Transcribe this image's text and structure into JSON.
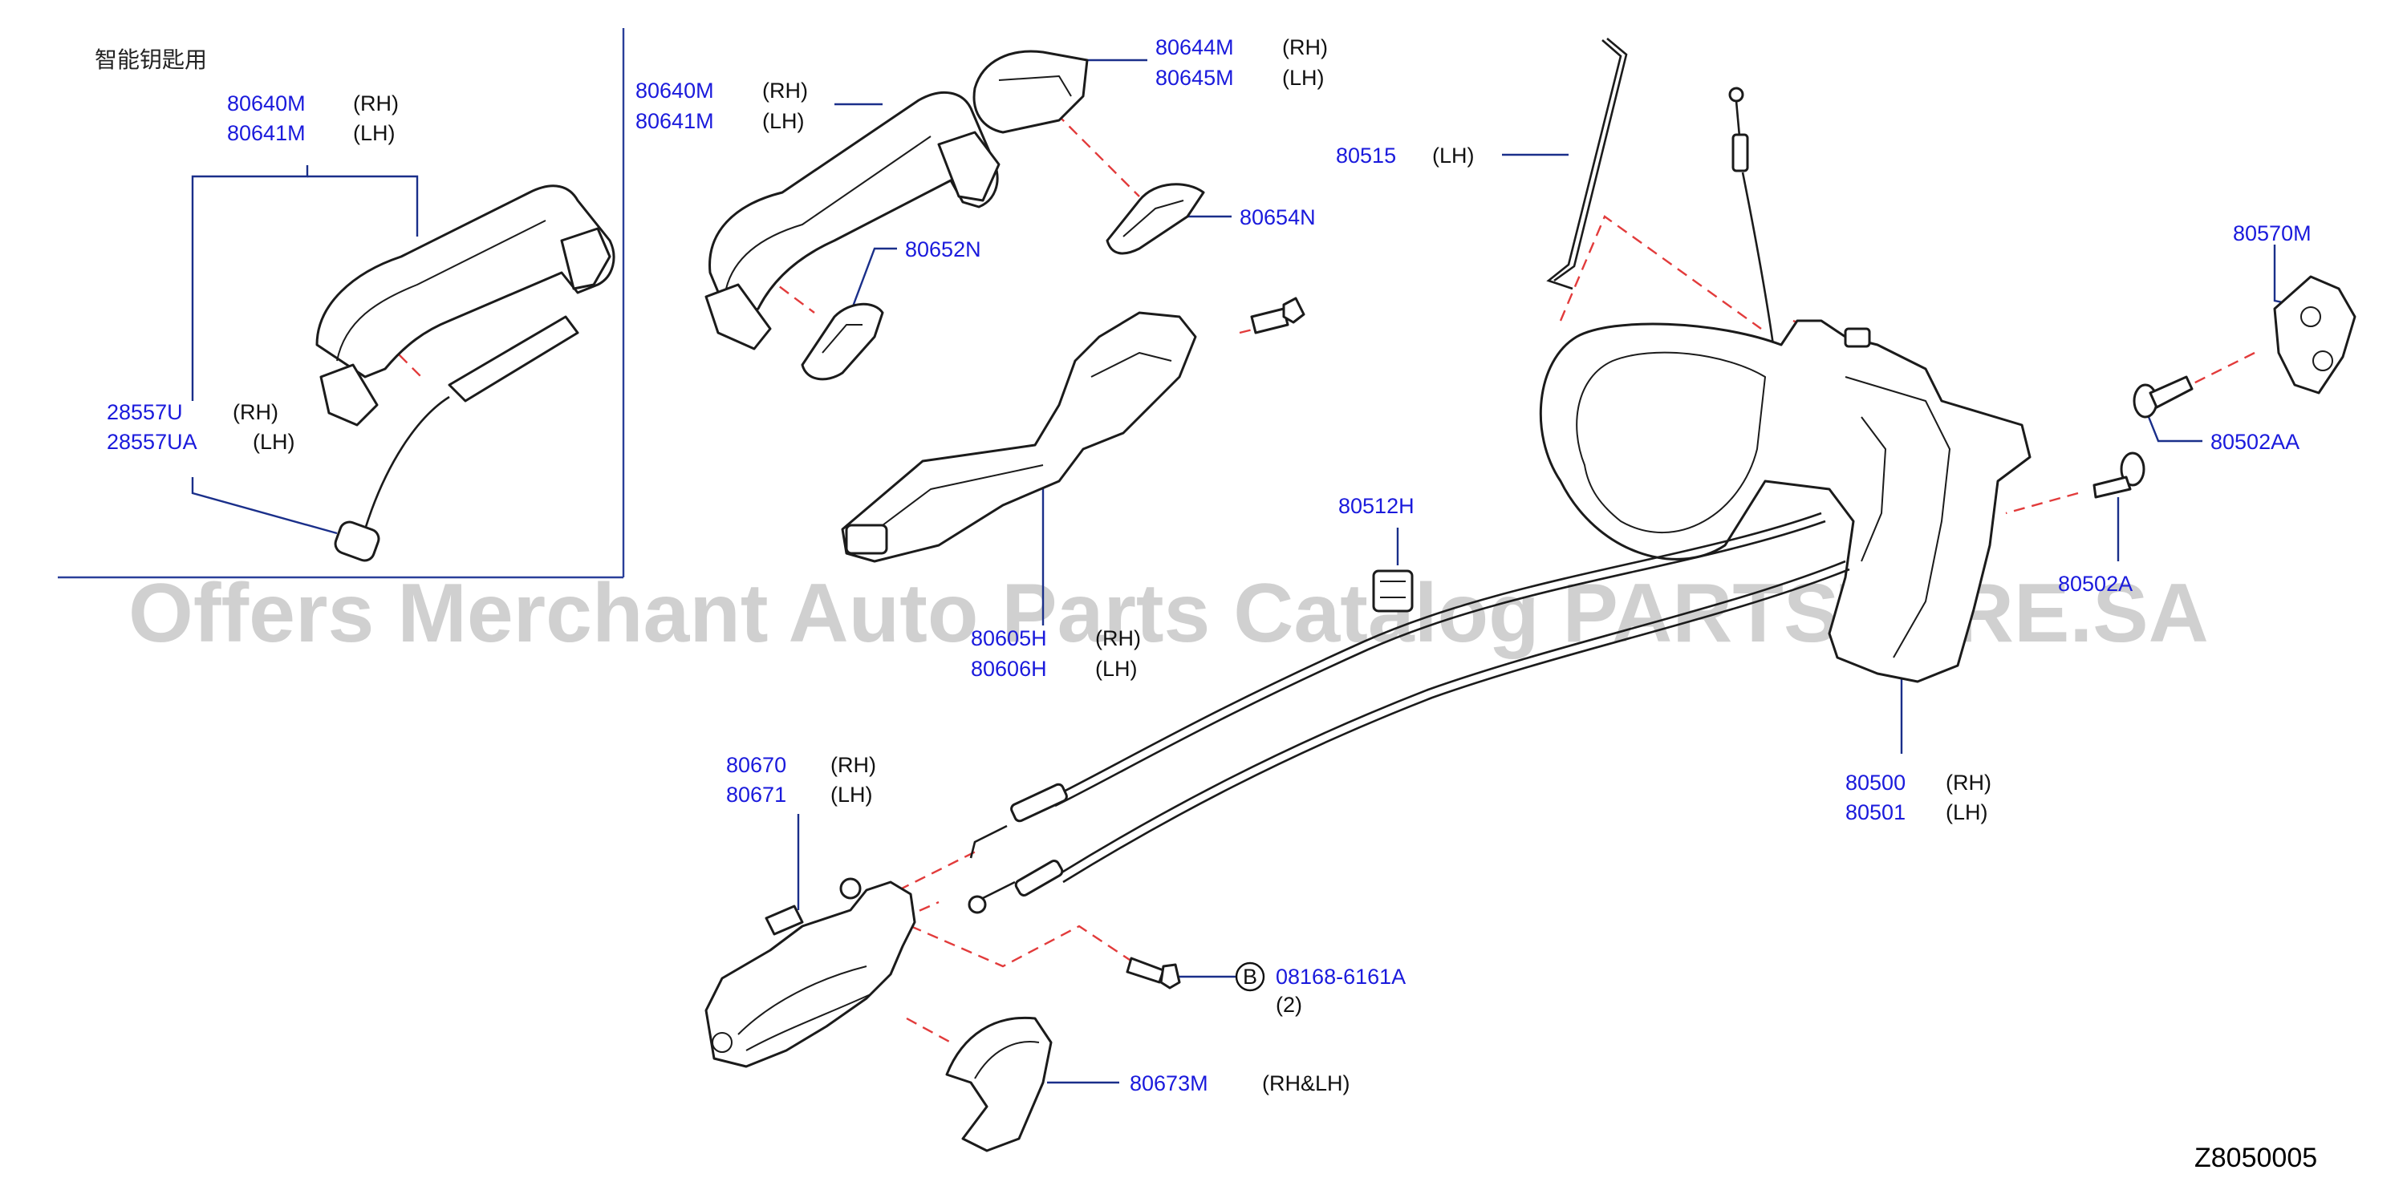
{
  "diagram": {
    "section_note": "智能钥匙用",
    "diagram_code": "Z8050005",
    "watermark": "Offers Merchant Auto Parts Catalog PARTSTORE.SA",
    "callouts": {
      "c80640M_smart": {
        "part": "80640M",
        "side": "(RH)"
      },
      "c80641M_smart": {
        "part": "80641M",
        "side": "(LH)"
      },
      "c28557U": {
        "part": "28557U",
        "side": "(RH)"
      },
      "c28557UA": {
        "part": "28557UA",
        "side": "(LH)"
      },
      "c80640M": {
        "part": "80640M",
        "side": "(RH)"
      },
      "c80641M": {
        "part": "80641M",
        "side": "(LH)"
      },
      "c80644M": {
        "part": "80644M",
        "side": "(RH)"
      },
      "c80645M": {
        "part": "80645M",
        "side": "(LH)"
      },
      "c80652N": {
        "part": "80652N"
      },
      "c80654N": {
        "part": "80654N"
      },
      "c80605H": {
        "part": "80605H",
        "side": "(RH)"
      },
      "c80606H": {
        "part": "80606H",
        "side": "(LH)"
      },
      "c80515": {
        "part": "80515",
        "side": "(LH)"
      },
      "c80570M": {
        "part": "80570M"
      },
      "c80502AA": {
        "part": "80502AA"
      },
      "c80502A": {
        "part": "80502A"
      },
      "c80512H": {
        "part": "80512H"
      },
      "c80500": {
        "part": "80500",
        "side": "(RH)"
      },
      "c80501": {
        "part": "80501",
        "side": "(LH)"
      },
      "c80670": {
        "part": "80670",
        "side": "(RH)"
      },
      "c80671": {
        "part": "80671",
        "side": "(LH)"
      },
      "c08168": {
        "part": "08168-6161A",
        "marker": "B",
        "qty": "(2)"
      },
      "c80673M": {
        "part": "80673M",
        "side": "(RH&LH)"
      }
    }
  }
}
